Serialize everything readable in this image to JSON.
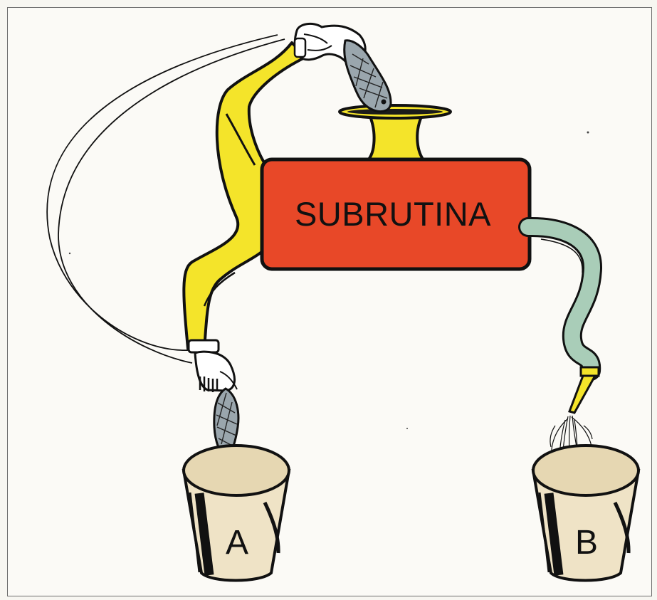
{
  "diagram": {
    "box_label": "SUBRUTINA",
    "bucket_a_label": "A",
    "bucket_b_label": "B"
  },
  "colors": {
    "box": "#e84828",
    "arm": "#f4e42a",
    "funnel": "#f4e42a",
    "hose": "#a9cdb8",
    "fish": "#9aa6ad",
    "bucket": "#efe3c6",
    "outline": "#111111",
    "background": "#fbfaf6"
  }
}
